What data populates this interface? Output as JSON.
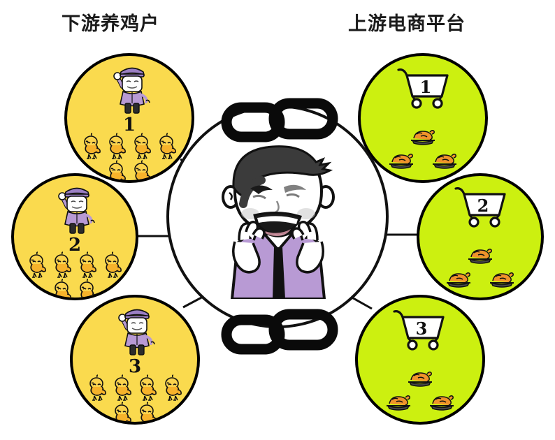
{
  "headings": {
    "left": "下游养鸡户",
    "right": "上游电商平台"
  },
  "colors": {
    "farmer_node_fill": "#fada4e",
    "platform_node_fill": "#ccf010",
    "outline": "#000000",
    "hub_fill": "#ffffff",
    "chick_body": "#f7b32b",
    "chick_highlight": "#fbd34d",
    "roast_body": "#f0932b",
    "platter": "#3a3a3a",
    "shirt_purple": "#b89ad4",
    "cap_purple": "#9b7fc4",
    "hair_dark": "#3b3b3b",
    "tie_black": "#111111",
    "text": "#1b1b1b"
  },
  "hub": {
    "character_name": "distressed-middleman-meme-face",
    "shirt_color": "#b89ad4",
    "tie_color": "#111111",
    "gesture": "both-hands-finger-heart"
  },
  "chains": [
    {
      "name": "chain-link-top",
      "position": "top"
    },
    {
      "name": "chain-link-bottom",
      "position": "bottom"
    }
  ],
  "left_nodes": [
    {
      "index": "1",
      "icon": "farmer-figure",
      "chick_count": 6,
      "chick_rows": [
        4,
        2
      ],
      "fill": "#fada4e"
    },
    {
      "index": "2",
      "icon": "farmer-figure",
      "chick_count": 6,
      "chick_rows": [
        4,
        2
      ],
      "fill": "#fada4e"
    },
    {
      "index": "3",
      "icon": "farmer-figure",
      "chick_count": 6,
      "chick_rows": [
        4,
        2
      ],
      "fill": "#fada4e"
    }
  ],
  "right_nodes": [
    {
      "index": "1",
      "icon": "shopping-cart",
      "roast_count": 3,
      "roast_rows": [
        1,
        2
      ],
      "fill": "#ccf010"
    },
    {
      "index": "2",
      "icon": "shopping-cart",
      "roast_count": 3,
      "roast_rows": [
        1,
        2
      ],
      "fill": "#ccf010"
    },
    {
      "index": "3",
      "icon": "shopping-cart",
      "roast_count": 3,
      "roast_rows": [
        1,
        2
      ],
      "fill": "#ccf010"
    }
  ]
}
